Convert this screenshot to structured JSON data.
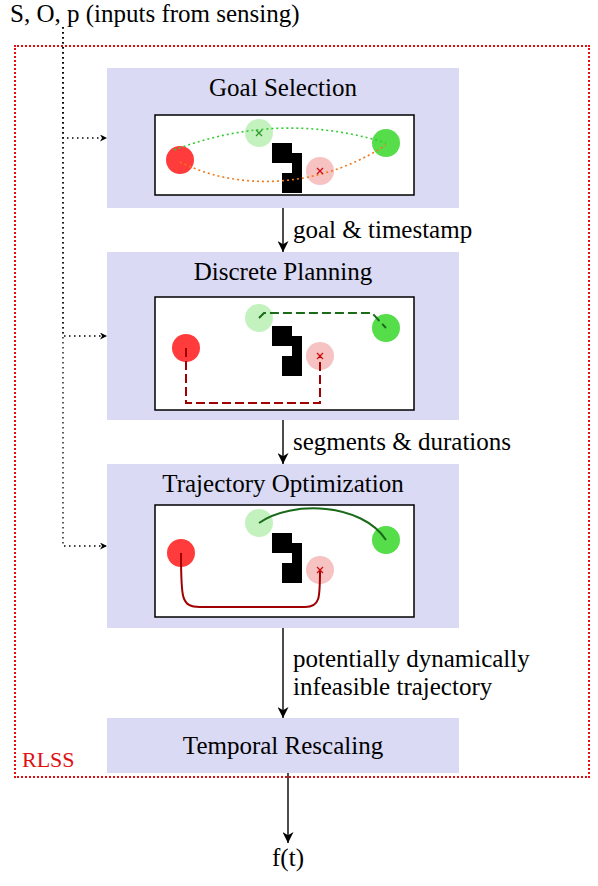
{
  "diagram": {
    "nodes": [
      {
        "text": [
          "S, O, p (inputs from sensing)"
        ]
      },
      {
        "text": [
          "RLSS"
        ]
      },
      {
        "text": [
          "Goal Selection"
        ],
        "in": 1
      },
      {
        "text": [
          "Discrete Planning"
        ],
        "in": 1
      },
      {
        "text": [
          "Trajectory Optimization"
        ],
        "in": 1
      },
      {
        "text": [
          "Temporal Rescaling"
        ],
        "in": 1
      },
      {
        "text": [
          "f(t)"
        ]
      }
    ],
    "edges": [
      {
        "from": 0,
        "to": 2,
        "arrow": "to"
      },
      {
        "from": 0,
        "to": 3,
        "arrow": "to"
      },
      {
        "from": 0,
        "to": 4,
        "arrow": "to"
      },
      {
        "from": 2,
        "to": 3,
        "label": "goal & timestamp",
        "arrow": "to"
      },
      {
        "from": 3,
        "to": 4,
        "label": "segments & durations",
        "arrow": "to"
      },
      {
        "from": 4,
        "to": 5,
        "label": "potentially dynamically infeasible trajectory",
        "arrow": "to"
      },
      {
        "from": 5,
        "to": 6,
        "arrow": "to"
      }
    ]
  }
}
